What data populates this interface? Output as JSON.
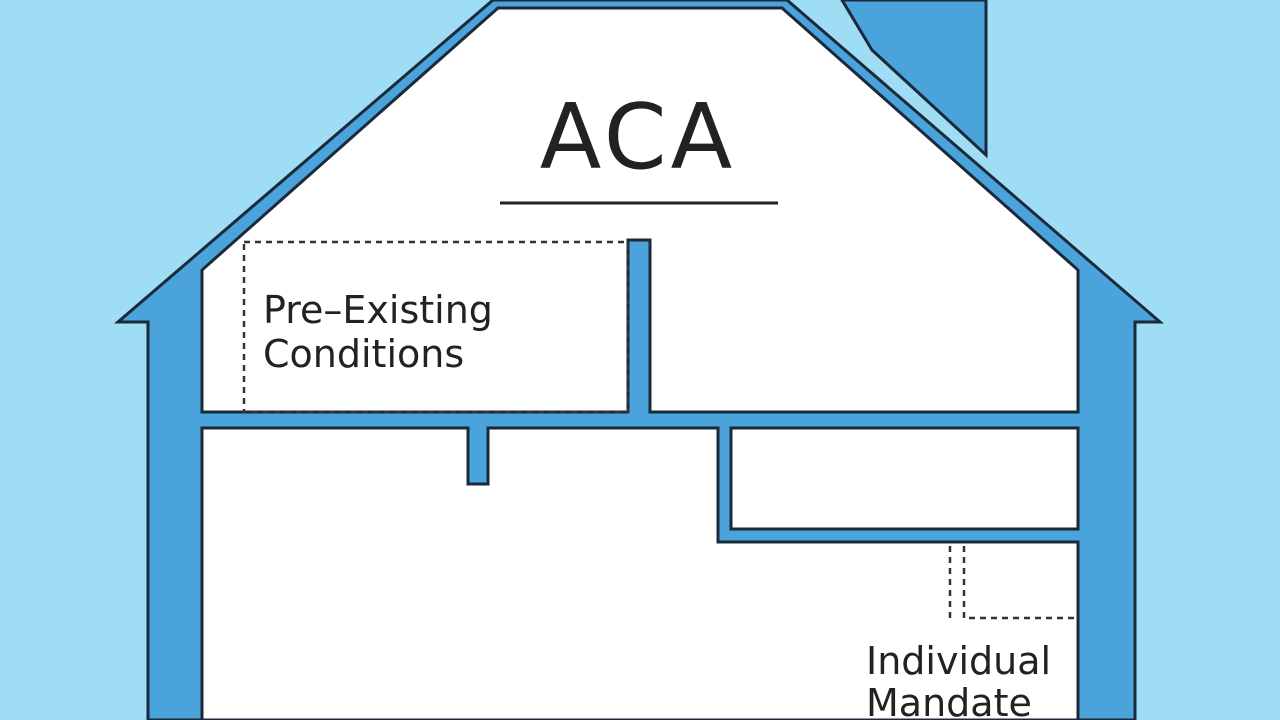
{
  "title": "ACA",
  "rooms": [
    {
      "label_lines": [
        "Pre–Existing",
        "Conditions"
      ]
    },
    {
      "label_lines": [
        "Individual",
        "Mandate"
      ]
    }
  ],
  "colors": {
    "background": "#9EDDF3",
    "house_wall": "#4AA3DB",
    "outline": "#1A2A3A",
    "interior": "#FFFFFF",
    "text": "#222222"
  }
}
